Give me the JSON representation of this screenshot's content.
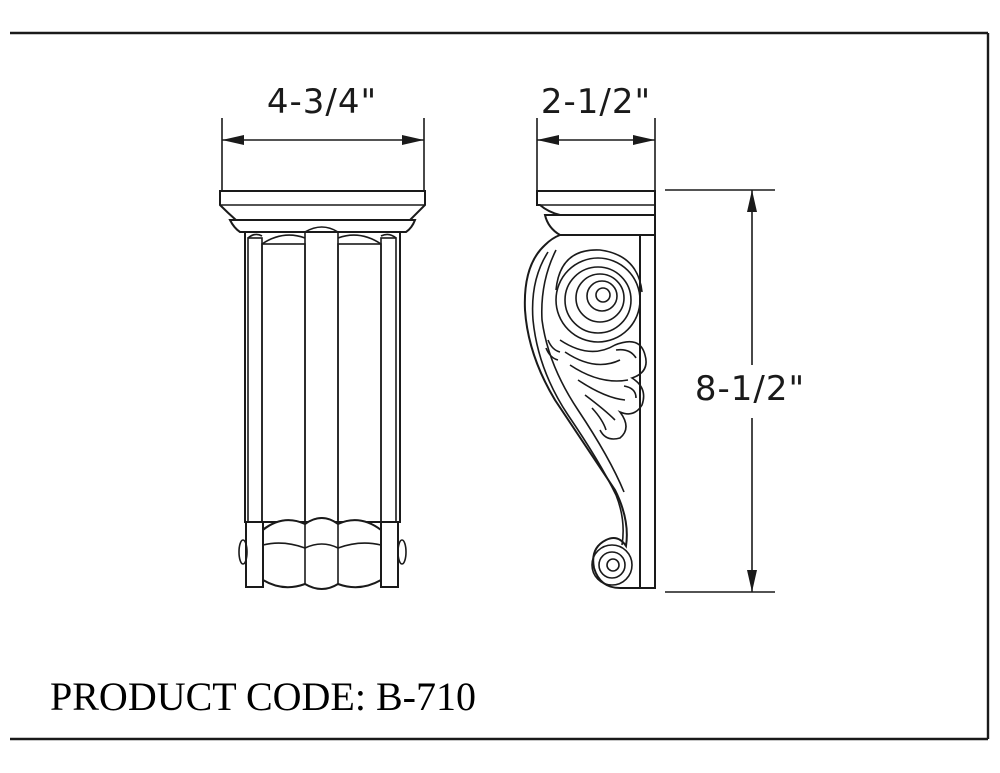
{
  "dimensions": {
    "width": "4-3/4\"",
    "depth": "2-1/2\"",
    "height": "8-1/2\""
  },
  "product_code": "PRODUCT CODE: B-710",
  "colors": {
    "line": "#1a1a1a",
    "background": "#ffffff"
  }
}
